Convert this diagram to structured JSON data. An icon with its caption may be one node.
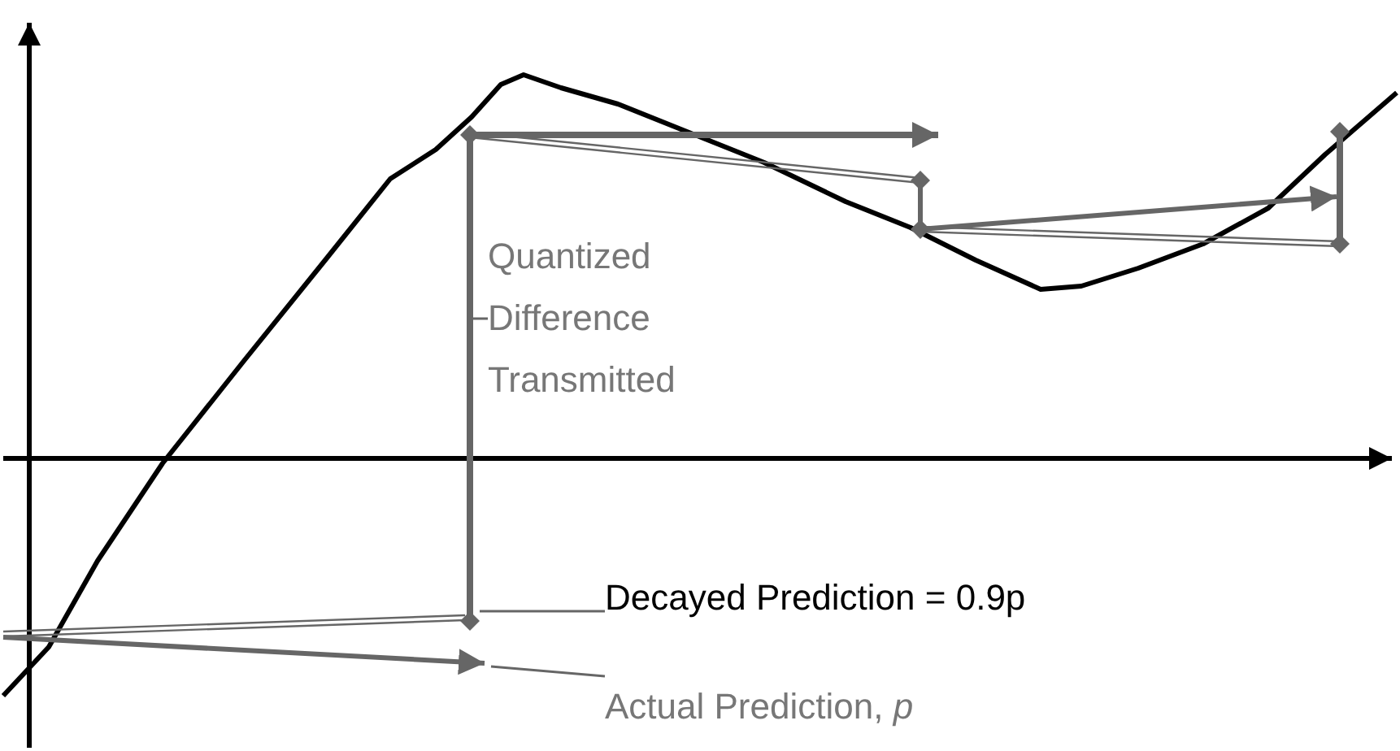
{
  "diagram": {
    "nodes": [
      {
        "text": [
          "Quantized Difference Transmitted"
        ]
      },
      {
        "text": [],
        "shape": "bar"
      },
      {
        "text": [
          "Decayed Prediction = 0.9p"
        ]
      },
      {
        "text": [],
        "shape": "diamond"
      },
      {
        "text": [
          "Actual Prediction, *p*"
        ]
      }
    ],
    "edges": [
      {
        "from": 0,
        "to": 1,
        "arrow": "none"
      },
      {
        "from": 2,
        "to": 3,
        "arrow": "none"
      },
      {
        "from": 4,
        "to": null,
        "arrow": "none"
      }
    ]
  }
}
